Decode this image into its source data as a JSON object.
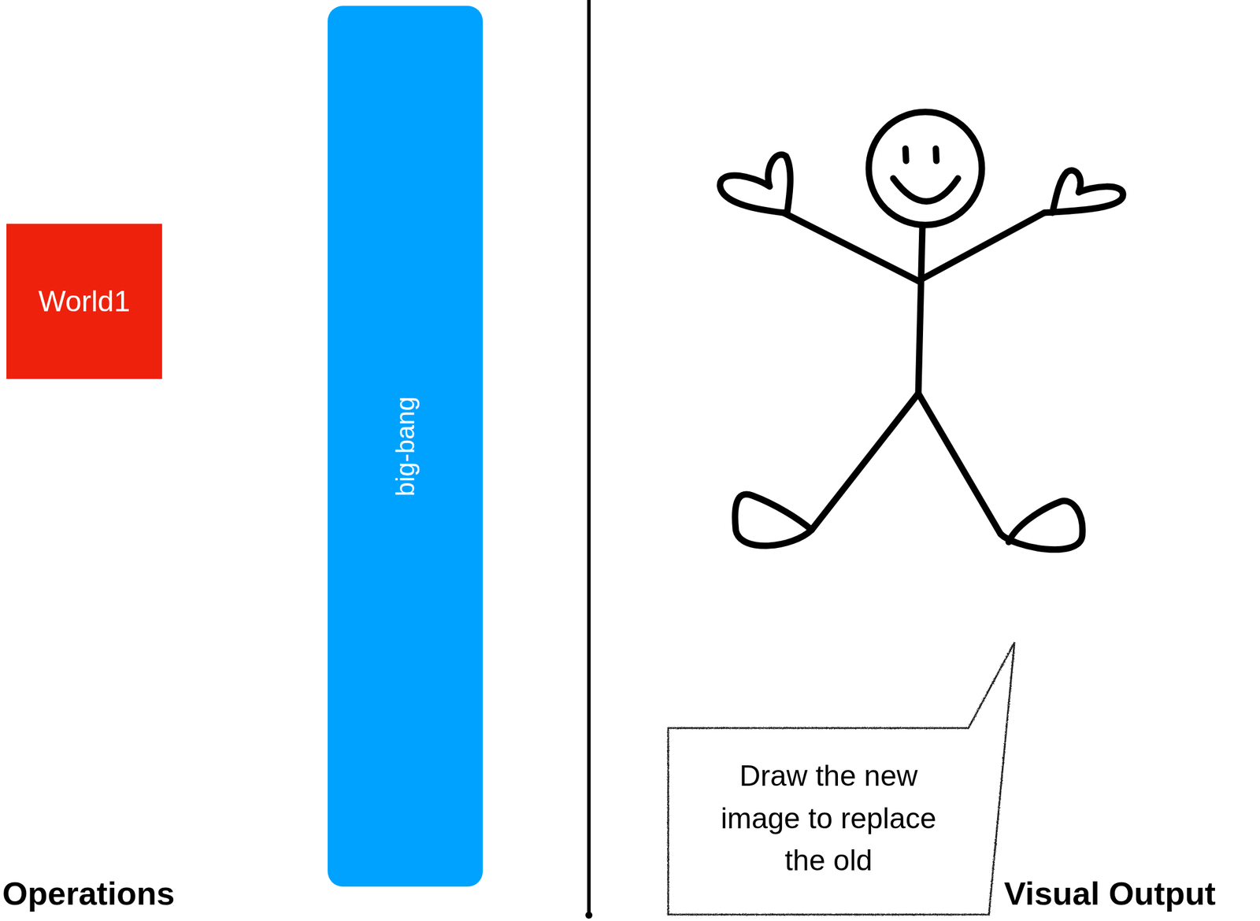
{
  "diagram": {
    "nodes": [
      {
        "text": [
          "World1"
        ]
      },
      {
        "text": [
          "big-bang"
        ]
      },
      {
        "text": [
          "Draw the new image to replace the old"
        ]
      }
    ],
    "labels": [
      "Operations",
      "Visual Output"
    ]
  }
}
